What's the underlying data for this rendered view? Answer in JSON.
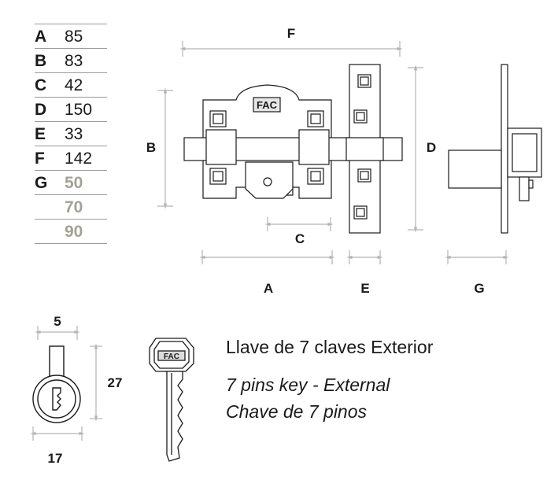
{
  "dimensions": [
    {
      "letter": "A",
      "values": [
        "85"
      ]
    },
    {
      "letter": "B",
      "values": [
        "83"
      ]
    },
    {
      "letter": "C",
      "values": [
        "42"
      ]
    },
    {
      "letter": "D",
      "values": [
        "150"
      ]
    },
    {
      "letter": "E",
      "values": [
        "33"
      ]
    },
    {
      "letter": "F",
      "values": [
        "142"
      ]
    },
    {
      "letter": "G",
      "values": [
        "50",
        "70",
        "90"
      ]
    }
  ],
  "drawing_labels": {
    "A": "A",
    "B": "B",
    "C": "C",
    "D": "D",
    "E": "E",
    "F": "F",
    "G": "G"
  },
  "logo_text": "FAC",
  "cylinder_dims": {
    "width_top": "5",
    "height": "27",
    "width_bottom": "17"
  },
  "caption": {
    "spanish": "Llave de 7 claves Exterior",
    "english": "7 pins key - External",
    "portuguese": "Chave de 7 pinos"
  },
  "colors": {
    "line": "#1a1a1a",
    "dim_line": "#b4b4b4",
    "gray_value": "#a3a294"
  }
}
